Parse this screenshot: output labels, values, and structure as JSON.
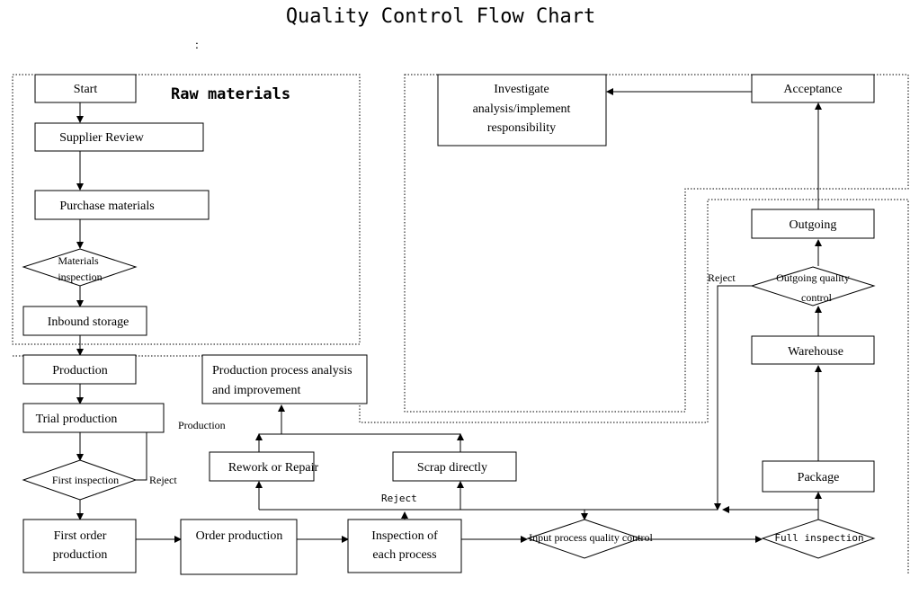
{
  "title": "Quality Control Flow Chart",
  "colon_mark": ":",
  "section_label": "Raw materials",
  "nodes": {
    "start": "Start",
    "supplier_review": "Supplier Review",
    "purchase_materials": "Purchase materials",
    "materials_inspection": [
      "Materials",
      "inspection"
    ],
    "inbound_storage": "Inbound storage",
    "production": "Production",
    "trial_production": "Trial production",
    "first_inspection": "First inspection",
    "first_order_production": [
      "First order",
      "production"
    ],
    "order_production": "Order production",
    "inspection_each_process": [
      "Inspection of",
      "each process"
    ],
    "input_process_qc": "Input process quality control",
    "full_inspection": "Full inspection",
    "package": "Package",
    "warehouse": "Warehouse",
    "outgoing_qc": [
      "Outgoing quality",
      "control"
    ],
    "outgoing": "Outgoing",
    "acceptance": "Acceptance",
    "investigate": [
      "Investigate",
      "analysis/implement",
      "responsibility"
    ],
    "rework_repair": "Rework or Repair",
    "scrap_directly": "Scrap directly",
    "process_analysis": [
      "Production process analysis",
      "and improvement"
    ]
  },
  "edge_labels": {
    "production_loop": "Production",
    "reject_first": "Reject",
    "reject_process": "Reject",
    "reject_outgoing": "Reject"
  }
}
